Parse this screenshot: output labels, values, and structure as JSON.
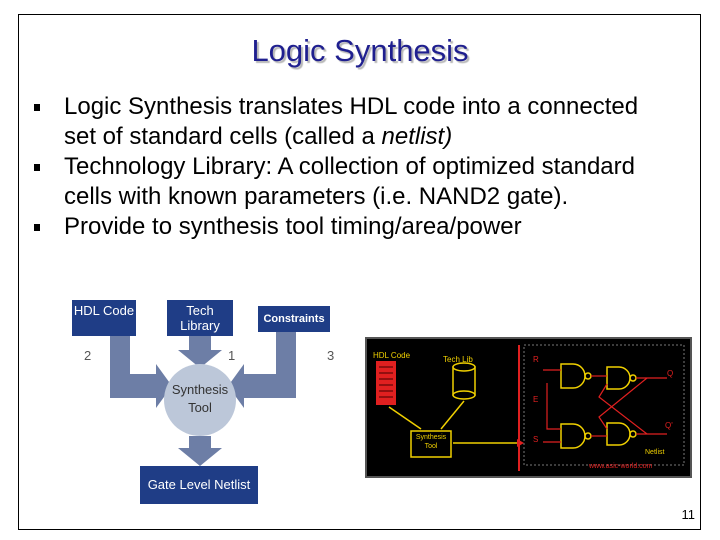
{
  "slide": {
    "title": "Logic Synthesis",
    "bullets": [
      {
        "text": "Logic Synthesis translates HDL code into a connected set of standard cells (called a ",
        "emph": "netlist)"
      },
      {
        "text": "Technology Library: A collection of optimized standard cells with known parameters (i.e. NAND2 gate).",
        "emph": ""
      },
      {
        "text": "Provide to synthesis tool timing/area/power",
        "emph": ""
      }
    ],
    "slide_number": "11"
  },
  "flow_diagram": {
    "hdl_code": "HDL Code",
    "tech_library": "Tech Library",
    "constraints": "Constraints",
    "step_1": "1",
    "step_2": "2",
    "step_3": "3",
    "synthesis_tool": "Synthesis Tool",
    "gate_level_netlist": "Gate Level Netlist"
  },
  "asic_screenshot": {
    "hdl_code": "HDL Code",
    "tech_lib": "Tech Lib",
    "synthesis_tool": "Synthesis Tool",
    "netlist": "Netlist",
    "watermark": "www.asic-world.com",
    "signals": {
      "r": "R",
      "e": "E",
      "s": "S",
      "q": "Q",
      "q_bar": "Q'"
    }
  },
  "colors": {
    "title": "#1f1f8f",
    "box": "#1f3d86",
    "yellow": "#f0d000",
    "red": "#e02020"
  }
}
